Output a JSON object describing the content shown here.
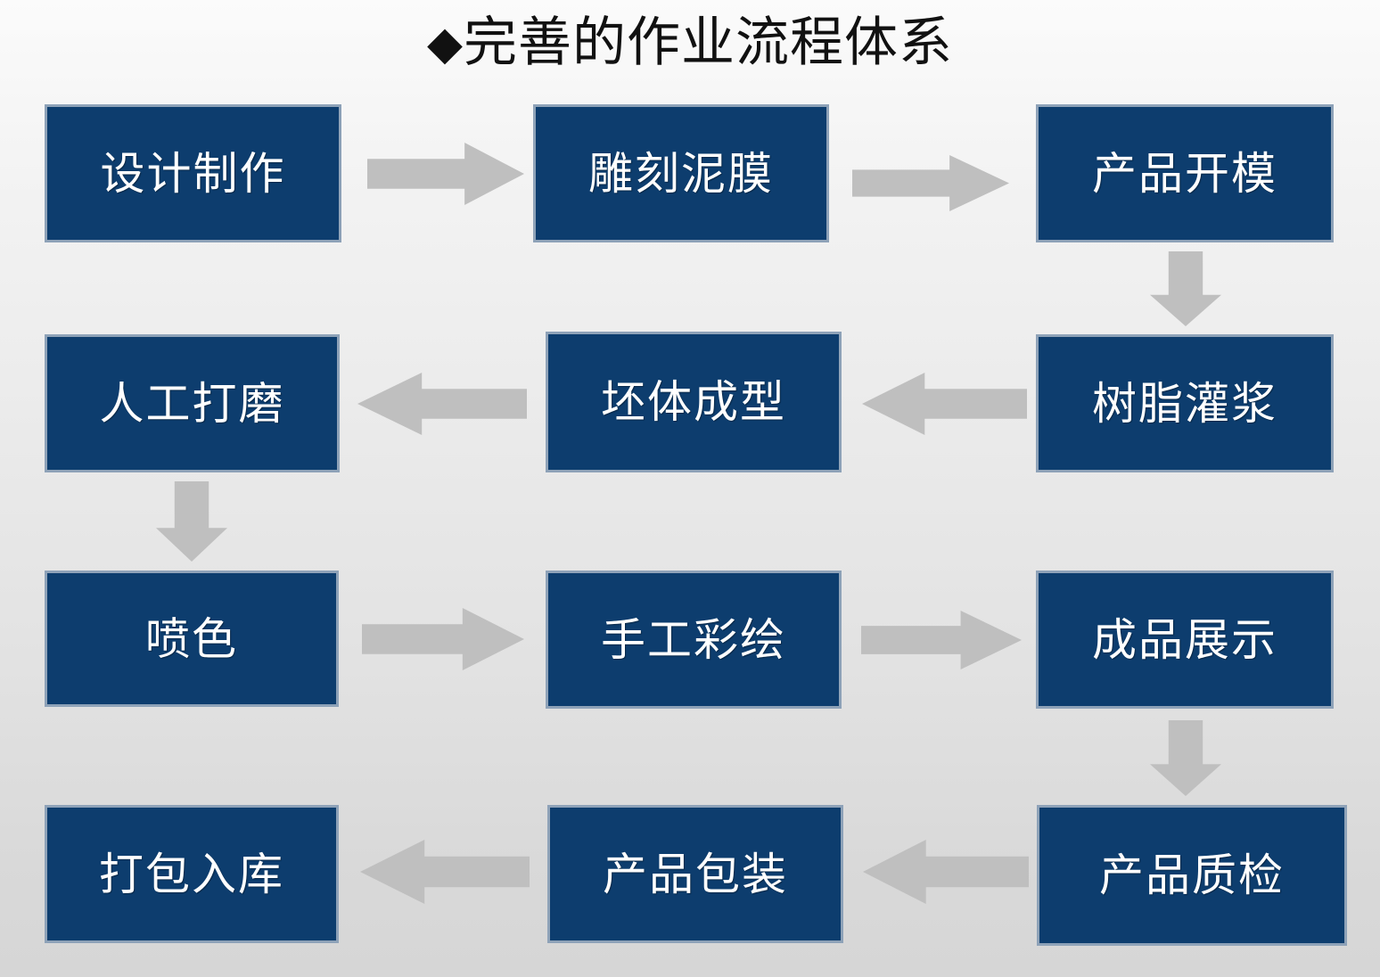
{
  "slide": {
    "title": {
      "bullet": "◆",
      "text": "完善的作业流程体系"
    },
    "background_top_color": "#fbfbfb",
    "background_bottom_color": "#d6d6d6"
  },
  "theme": {
    "box_fill": "#0d3d6e",
    "box_border": "#8ea2b8",
    "box_text": "#ffffff",
    "arrow_fill": "#bfbfbf",
    "title_text": "#111111"
  },
  "flow": {
    "nodes": [
      {
        "id": "n1",
        "label": "设计制作",
        "row": 1,
        "col": 1
      },
      {
        "id": "n2",
        "label": "雕刻泥膜",
        "row": 1,
        "col": 2
      },
      {
        "id": "n3",
        "label": "产品开模",
        "row": 1,
        "col": 3
      },
      {
        "id": "n4",
        "label": "树脂灌浆",
        "row": 2,
        "col": 3
      },
      {
        "id": "n5",
        "label": "坯体成型",
        "row": 2,
        "col": 2
      },
      {
        "id": "n6",
        "label": "人工打磨",
        "row": 2,
        "col": 1
      },
      {
        "id": "n7",
        "label": "喷色",
        "row": 3,
        "col": 1
      },
      {
        "id": "n8",
        "label": "手工彩绘",
        "row": 3,
        "col": 2
      },
      {
        "id": "n9",
        "label": "成品展示",
        "row": 3,
        "col": 3
      },
      {
        "id": "n10",
        "label": "产品质检",
        "row": 4,
        "col": 3
      },
      {
        "id": "n11",
        "label": "产品包装",
        "row": 4,
        "col": 2
      },
      {
        "id": "n12",
        "label": "打包入库",
        "row": 4,
        "col": 1
      }
    ],
    "connectors": [
      {
        "from": "n1",
        "to": "n2",
        "direction": "right"
      },
      {
        "from": "n2",
        "to": "n3",
        "direction": "right"
      },
      {
        "from": "n3",
        "to": "n4",
        "direction": "down"
      },
      {
        "from": "n4",
        "to": "n5",
        "direction": "left"
      },
      {
        "from": "n5",
        "to": "n6",
        "direction": "left"
      },
      {
        "from": "n6",
        "to": "n7",
        "direction": "down"
      },
      {
        "from": "n7",
        "to": "n8",
        "direction": "right"
      },
      {
        "from": "n8",
        "to": "n9",
        "direction": "right"
      },
      {
        "from": "n9",
        "to": "n10",
        "direction": "down"
      },
      {
        "from": "n10",
        "to": "n11",
        "direction": "left"
      },
      {
        "from": "n11",
        "to": "n12",
        "direction": "left"
      }
    ]
  }
}
